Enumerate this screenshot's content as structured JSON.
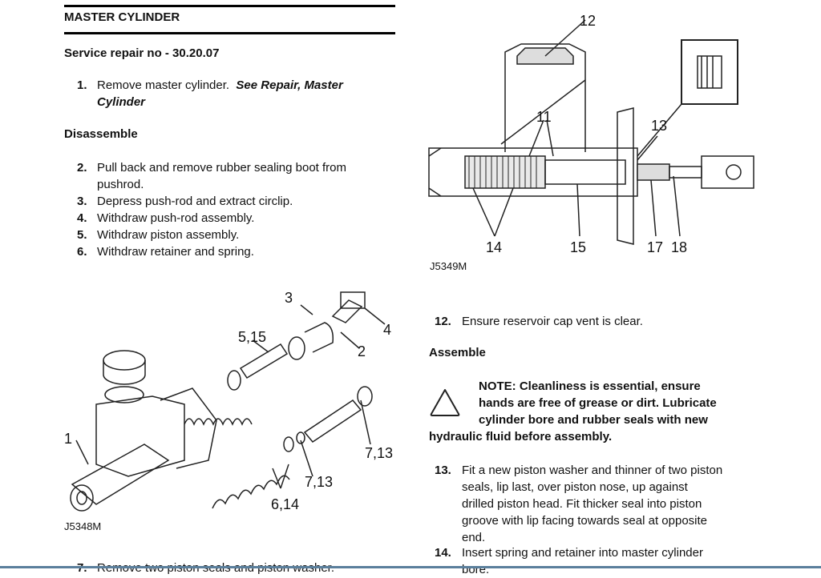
{
  "header": {
    "title": "MASTER CYLINDER",
    "service_repair": "Service repair no - 30.20.07"
  },
  "steps_intro": [
    {
      "num": "1.",
      "text": "Remove master cylinder.",
      "ref": "See Repair,  Master",
      "ref2": "Cylinder"
    }
  ],
  "disassemble": {
    "heading": "Disassemble",
    "steps": [
      {
        "num": "2.",
        "line1": "Pull back and remove rubber sealing boot from",
        "line2": "pushrod."
      },
      {
        "num": "3.",
        "line1": "Depress push-rod and extract circlip."
      },
      {
        "num": "4.",
        "line1": "Withdraw push-rod assembly."
      },
      {
        "num": "5.",
        "line1": "Withdraw piston assembly."
      },
      {
        "num": "6.",
        "line1": "Withdraw retainer and spring."
      }
    ],
    "cut_step": {
      "num": "7.",
      "text": "Remove two piston seals and piston washer."
    }
  },
  "figure_left": {
    "id": "J5348M",
    "labels": [
      "3",
      "4",
      "5,15",
      "2",
      "1",
      "7,13",
      "7,13",
      "6,14"
    ]
  },
  "figure_right": {
    "id": "J5349M",
    "labels": [
      "12",
      "11",
      "13",
      "14",
      "15",
      "17",
      "18"
    ]
  },
  "step12": {
    "num": "12.",
    "text": "Ensure reservoir cap vent is clear."
  },
  "assemble": {
    "heading": "Assemble",
    "note": [
      "NOTE: Cleanliness is essential, ensure",
      "hands are free of grease or dirt. Lubricate",
      "cylinder bore and rubber seals with new",
      "hydraulic fluid before assembly."
    ],
    "step13": {
      "num": "13.",
      "lines": [
        "Fit a new piston washer and thinner of two piston",
        "seals, lip last, over piston nose, up against",
        "drilled piston head. Fit thicker seal into piston",
        "groove with lip facing towards seal at opposite",
        "end."
      ]
    },
    "step14": {
      "num": "14.",
      "lines": [
        "Insert spring and retainer into master cylinder",
        "bore."
      ]
    }
  }
}
